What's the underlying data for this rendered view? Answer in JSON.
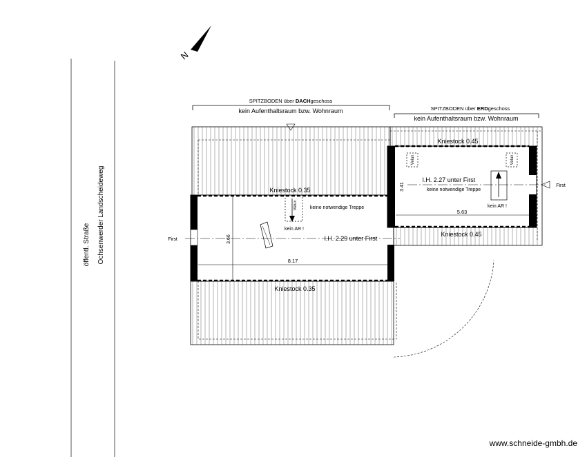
{
  "street": {
    "line1": "öffentl. Straße",
    "line2": "Ochsenwerder Landscheideweg"
  },
  "north_label": "N",
  "left_section": {
    "title_prefix": "SPITZBODEN über ",
    "title_bold": "DACH",
    "title_suffix": "geschoss",
    "subtitle": "kein Aufenthaltsraum bzw. Wohnraum",
    "kniestock_top": "Kniestock 0.35",
    "kniestock_bottom": "Kniestock 0.35",
    "velux": "Velux",
    "treppe": "keine notwendige Treppe",
    "ar": "kein AR !",
    "height": "l.H. 2.29 unter First",
    "depth": "3.66",
    "width": "8.17",
    "first_label": "First"
  },
  "right_section": {
    "title_prefix": "SPITZBODEN über ",
    "title_bold": "ERD",
    "title_suffix": "geschoss",
    "subtitle": "kein Aufenthaltsraum bzw. Wohnraum",
    "kniestock_top": "Kniestock 0.45",
    "kniestock_bottom": "Kniestock 0.45",
    "velux_left": "Velux",
    "velux_right": "Velux",
    "height": "l.H. 2.27 unter First",
    "treppe": "keine notwendige Treppe",
    "ar": "kein AR !",
    "depth": "3.41",
    "width": "5.63",
    "first_label": "First"
  },
  "footer_url": "www.schneide-gmbh.de"
}
